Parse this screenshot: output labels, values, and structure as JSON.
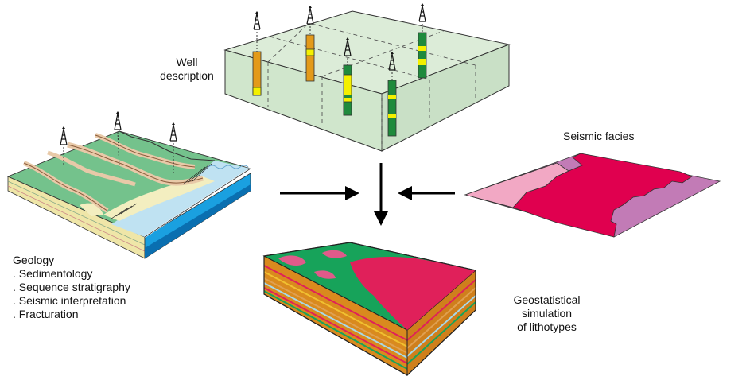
{
  "well": {
    "label_line1": "Well",
    "label_line2": "description"
  },
  "seismic": {
    "label": "Seismic facies"
  },
  "geology": {
    "title": "Geology",
    "items": [
      ". Sedimentology",
      ". Sequence stratigraphy",
      ". Seismic interpretation",
      ". Fracturation"
    ]
  },
  "simulation": {
    "line1": "Geostatistical",
    "line2": "simulation",
    "line3": "of lithotypes"
  },
  "colors": {
    "box_fill": "#d4e8d0",
    "well_orange": "#e39a1a",
    "well_yellow": "#f4f000",
    "well_green": "#1f8a3c",
    "facies_pink_light": "#f2a8c4",
    "facies_magenta": "#e0004f",
    "facies_mauve": "#c27bb6",
    "sea_blue": "#1aa0e0",
    "land_green": "#74c28c",
    "sim_orange": "#d98a1e",
    "sim_green": "#17a35a",
    "sim_magenta": "#e0205a"
  },
  "icons": [
    "derrick-icon",
    "arrow-right-icon",
    "arrow-left-icon",
    "arrow-down-icon"
  ]
}
